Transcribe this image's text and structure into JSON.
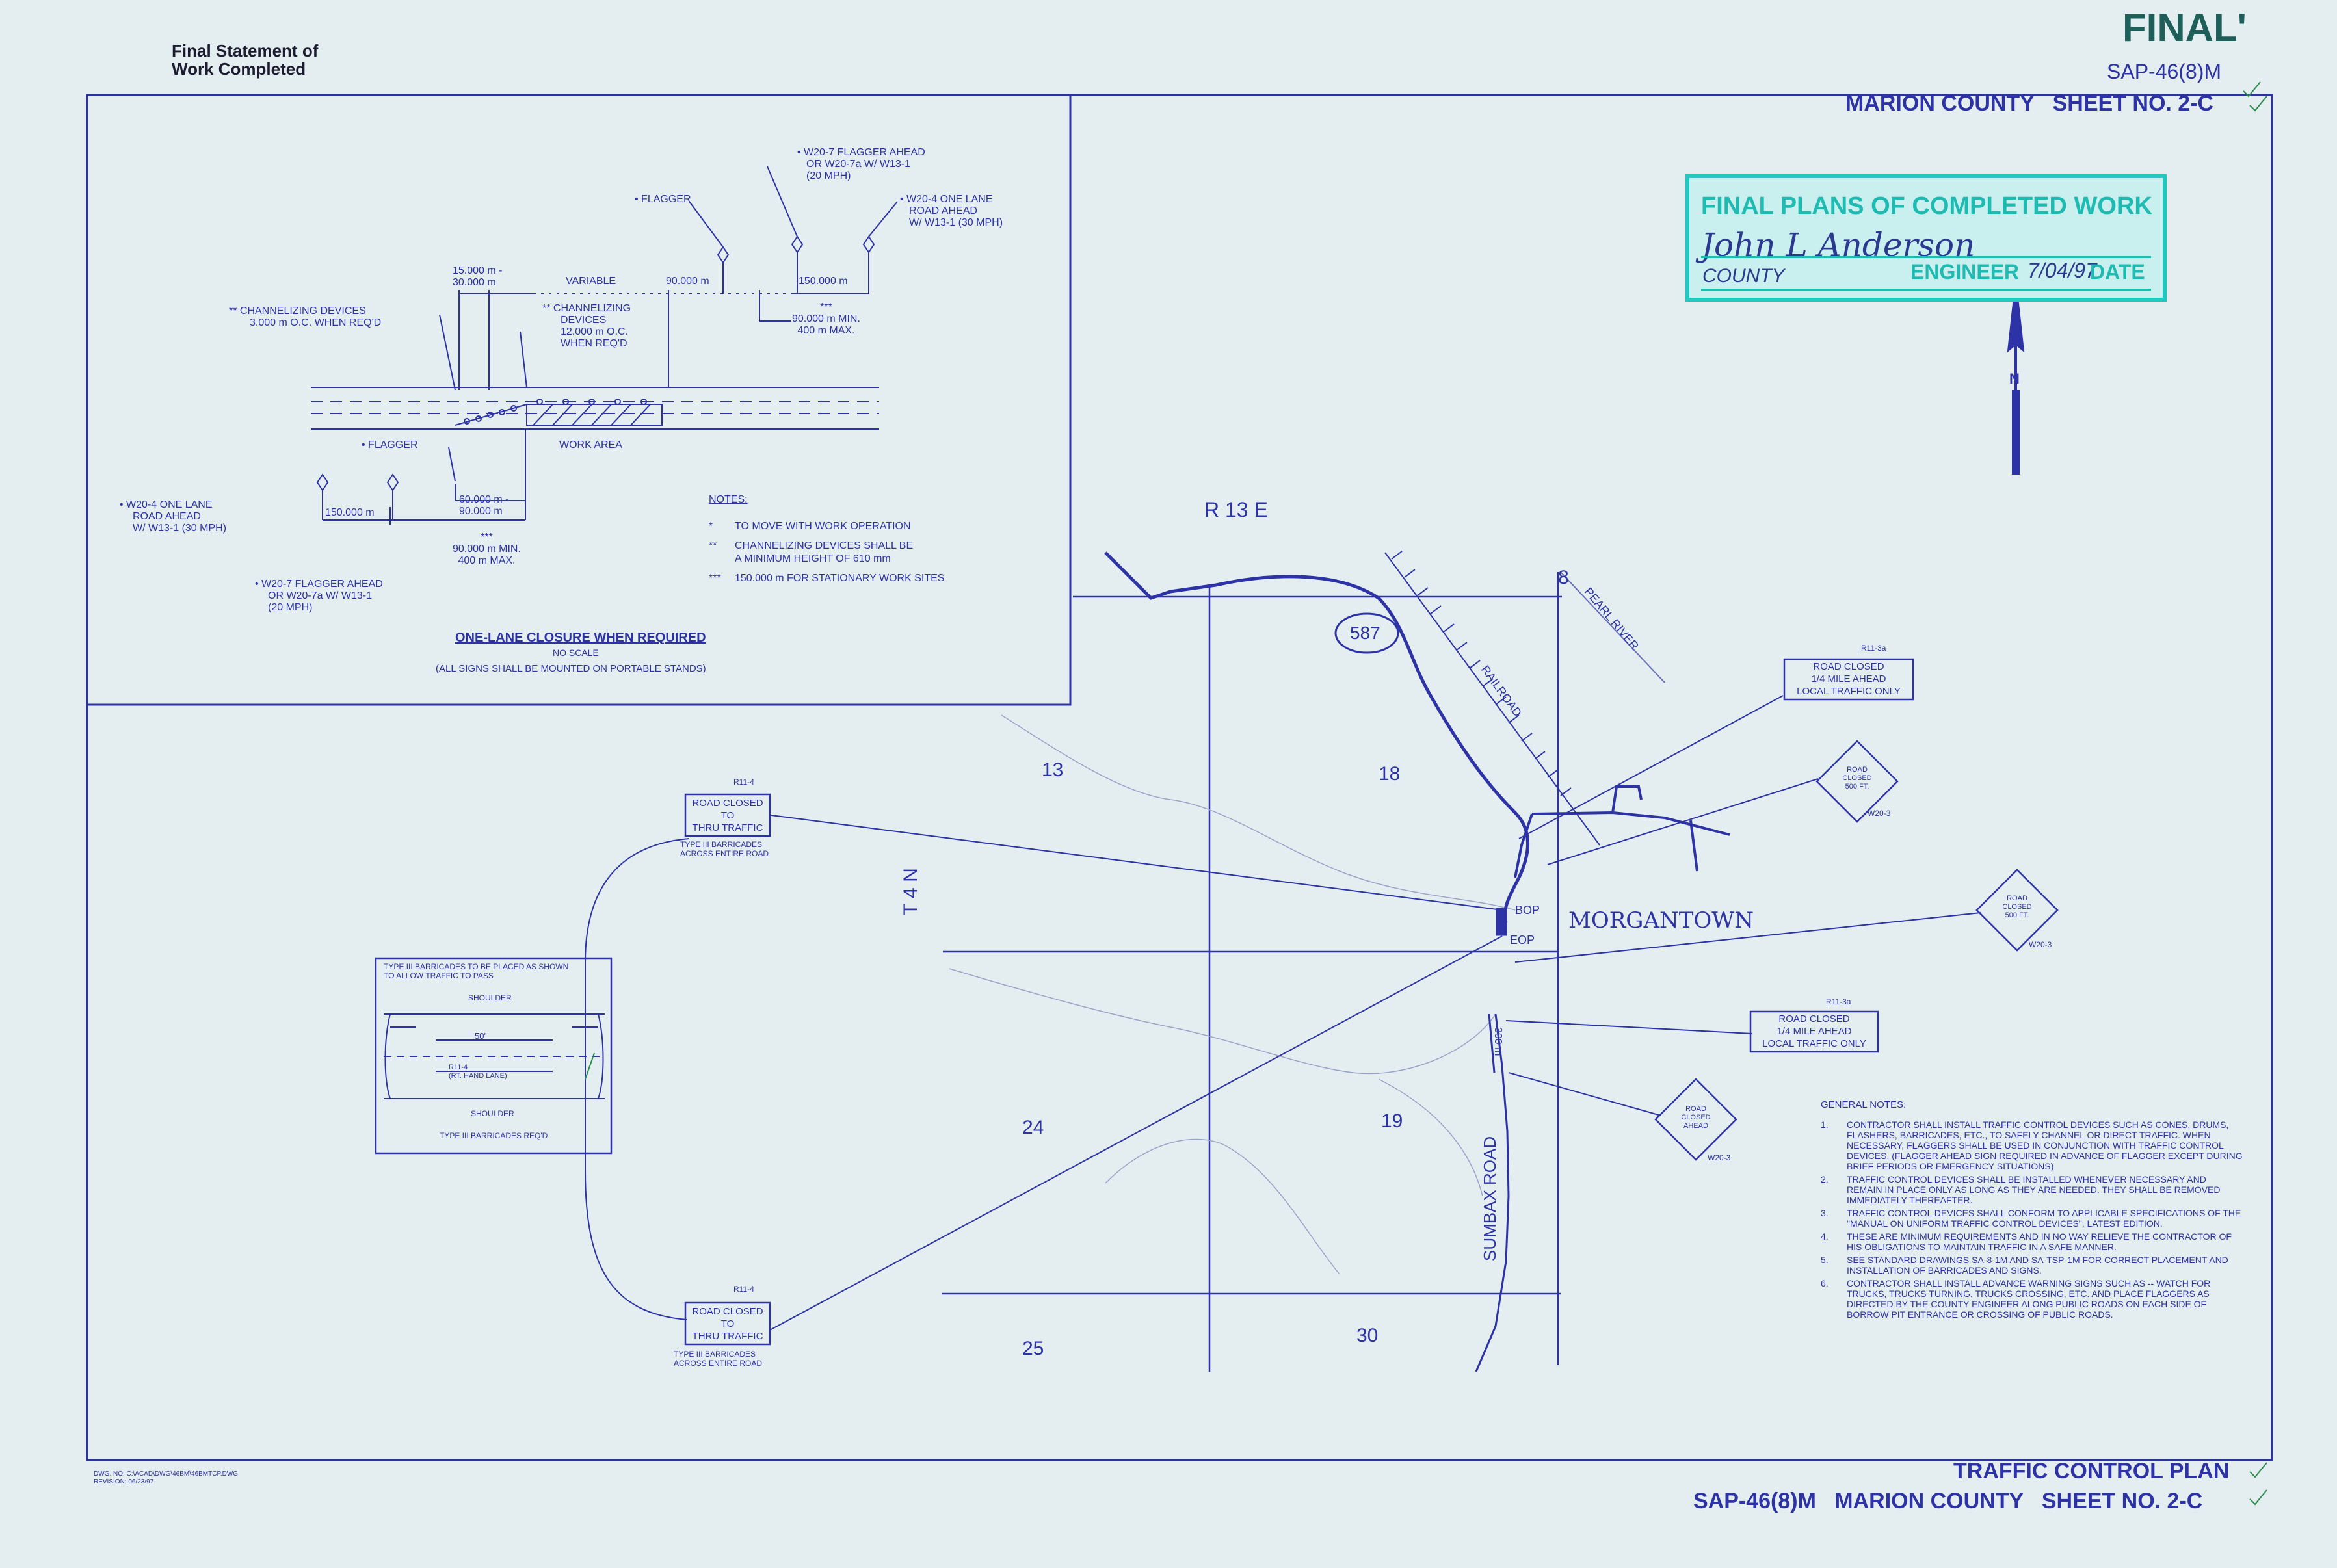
{
  "header": {
    "final_stamp": "FINAL'",
    "project_top": "SAP-46(8)M",
    "county_sheet_top": "MARION COUNTY   SHEET NO. 2-C",
    "handwritten_note_line1": "Final Statement of",
    "handwritten_note_line2": "Work Completed"
  },
  "stamp": {
    "title": "FINAL PLANS OF COMPLETED WORK",
    "signature": "John L Anderson",
    "county": "COUNTY",
    "engineer_label": "ENGINEER",
    "date_value": "7/04/97",
    "date_label": "DATE"
  },
  "north_arrow": {
    "label": "N"
  },
  "inset": {
    "title": "ONE-LANE CLOSURE WHEN REQUIRED",
    "subtitle1": "NO SCALE",
    "subtitle2": "(ALL SIGNS SHALL BE MOUNTED ON PORTABLE STANDS)",
    "label_flagger_top": "• FLAGGER",
    "label_w207_top_1": "• W20-7 FLAGGER AHEAD",
    "label_w207_top_2": "OR W20-7a W/ W13-1",
    "label_w207_top_3": "(20 MPH)",
    "label_w204_top_1": "• W20-4 ONE LANE",
    "label_w204_top_2": "ROAD AHEAD",
    "label_w204_top_3": "W/ W13-1 (30 MPH)",
    "dim_15000": "15.000 m -",
    "dim_30000": "30.000 m",
    "dim_variable": "VARIABLE",
    "dim_90000_top": "90.000 m",
    "dim_150000_top": "150.000 m",
    "dim_stars_top": "***",
    "dim_90min_top": "90.000 m MIN.",
    "dim_400max_top": "400 m MAX.",
    "label_chan1_1": "** CHANNELIZING DEVICES",
    "label_chan1_2": "3.000 m O.C. WHEN REQ'D",
    "label_chan2_1": "** CHANNELIZING",
    "label_chan2_2": "DEVICES",
    "label_chan2_3": "12.000 m O.C.",
    "label_chan2_4": "WHEN REQ'D",
    "label_work_area": "WORK AREA",
    "label_flagger_bot": "• FLAGGER",
    "dim_60000": "60.000 m -",
    "dim_90000_bot": "90.000 m",
    "dim_150000_bot": "150.000 m",
    "dim_stars_bot": "***",
    "dim_90min_bot": "90.000 m MIN.",
    "dim_400max_bot": "400 m MAX.",
    "label_w204_bot_1": "• W20-4 ONE LANE",
    "label_w204_bot_2": "ROAD AHEAD",
    "label_w204_bot_3": "W/ W13-1 (30 MPH)",
    "label_w207_bot_1": "• W20-7 FLAGGER AHEAD",
    "label_w207_bot_2": "OR W20-7a W/ W13-1",
    "label_w207_bot_3": "(20 MPH)",
    "notes_title": "NOTES:",
    "note1_sym": "*",
    "note1": "TO MOVE WITH WORK OPERATION",
    "note2_sym": "**",
    "note2_a": "CHANNELIZING DEVICES SHALL BE",
    "note2_b": "A MINIMUM HEIGHT OF 610 mm",
    "note3_sym": "***",
    "note3": "150.000 m FOR STATIONARY WORK SITES"
  },
  "map": {
    "range_label": "R 13 E",
    "township_label": "T 4 N",
    "highway_number": "587",
    "railroad": "RAILROAD",
    "river": "PEARL RIVER",
    "town": "MORGANTOWN",
    "road": "SUMBAX ROAD",
    "bop": "BOP",
    "eop": "EOP",
    "dist_300": "300 m",
    "sec_8": "8",
    "sec_13": "13",
    "sec_18": "18",
    "sec_19": "19",
    "sec_24": "24",
    "sec_25": "25",
    "sec_30": "30"
  },
  "signs": {
    "rc_top_code": "R11-4",
    "rc_top_1": "ROAD CLOSED",
    "rc_top_2": "TO",
    "rc_top_3": "THRU TRAFFIC",
    "rc_top_note1": "TYPE III BARRICADES",
    "rc_top_note2": "ACROSS ENTIRE ROAD",
    "rc_bot_code": "R11-4",
    "rc_bot_1": "ROAD CLOSED",
    "rc_bot_2": "TO",
    "rc_bot_3": "THRU TRAFFIC",
    "rc_bot_note1": "TYPE III BARRICADES",
    "rc_bot_note2": "ACROSS ENTIRE ROAD",
    "rcq1_code": "R11-3a",
    "rcq1_1": "ROAD CLOSED",
    "rcq1_2": "1/4 MILE AHEAD",
    "rcq1_3": "LOCAL TRAFFIC ONLY",
    "rcq2_code": "R11-3a",
    "rcq2_1": "ROAD CLOSED",
    "rcq2_2": "1/4 MILE AHEAD",
    "rcq2_3": "LOCAL TRAFFIC ONLY",
    "d1_1": "ROAD",
    "d1_2": "CLOSED",
    "d1_3": "500 FT.",
    "d1_code": "W20-3",
    "d2_1": "ROAD",
    "d2_2": "CLOSED",
    "d2_3": "500 FT.",
    "d2_code": "W20-3",
    "d3_1": "ROAD",
    "d3_2": "CLOSED",
    "d3_3": "AHEAD",
    "d3_code": "W20-3"
  },
  "barricade_detail": {
    "line1": "TYPE III BARRICADES TO BE PLACED AS SHOWN",
    "line2": "TO ALLOW TRAFFIC TO PASS",
    "shoulder_top": "SHOULDER",
    "dim_50": "50'",
    "sign_code": "R11-4",
    "sign_text": "(RT. HAND LANE)",
    "shoulder_bot": "SHOULDER",
    "bottom_note": "TYPE III BARRICADES REQ'D"
  },
  "general_notes": {
    "title": "GENERAL NOTES:",
    "items": [
      {
        "num": "1.",
        "text": "CONTRACTOR SHALL INSTALL TRAFFIC CONTROL DEVICES SUCH AS CONES, DRUMS, FLASHERS, BARRICADES, ETC., TO SAFELY CHANNEL OR DIRECT TRAFFIC. WHEN NECESSARY, FLAGGERS SHALL BE USED IN CONJUNCTION WITH TRAFFIC CONTROL DEVICES. (FLAGGER AHEAD SIGN REQUIRED IN ADVANCE OF FLAGGER EXCEPT DURING BRIEF PERIODS OR EMERGENCY SITUATIONS)"
      },
      {
        "num": "2.",
        "text": "TRAFFIC CONTROL DEVICES SHALL BE INSTALLED WHENEVER NECESSARY AND REMAIN IN PLACE ONLY AS LONG AS THEY ARE NEEDED. THEY SHALL BE REMOVED IMMEDIATELY THEREAFTER."
      },
      {
        "num": "3.",
        "text": "TRAFFIC CONTROL DEVICES SHALL CONFORM TO APPLICABLE SPECIFICATIONS OF THE \"MANUAL ON UNIFORM TRAFFIC CONTROL DEVICES\", LATEST EDITION."
      },
      {
        "num": "4.",
        "text": "THESE ARE MINIMUM REQUIREMENTS AND IN NO WAY RELIEVE THE CONTRACTOR OF HIS OBLIGATIONS TO MAINTAIN TRAFFIC IN A SAFE MANNER."
      },
      {
        "num": "5.",
        "text": "SEE STANDARD DRAWINGS SA-8-1M AND SA-TSP-1M FOR CORRECT PLACEMENT AND INSTALLATION OF BARRICADES AND SIGNS."
      },
      {
        "num": "6.",
        "text": "CONTRACTOR SHALL INSTALL ADVANCE WARNING SIGNS SUCH AS -- WATCH FOR TRUCKS, TRUCKS TURNING, TRUCKS CROSSING, ETC. AND PLACE FLAGGERS AS DIRECTED BY THE COUNTY ENGINEER ALONG PUBLIC ROADS ON EACH SIDE OF BORROW PIT ENTRANCE OR CROSSING OF PUBLIC ROADS."
      }
    ]
  },
  "footer": {
    "dwg_line1": "DWG. NO: C:\\ACAD\\DWG\\46BM\\46BMTCP.DWG",
    "dwg_line2": "REVISION: 06/23/97",
    "plan_title": "TRAFFIC CONTROL PLAN",
    "project_bottom": "SAP-46(8)M   MARION COUNTY   SHEET NO. 2-C"
  },
  "colors": {
    "ink": "#2d33a6",
    "paper": "#e4eef0",
    "stamp": "#1fbab2"
  }
}
